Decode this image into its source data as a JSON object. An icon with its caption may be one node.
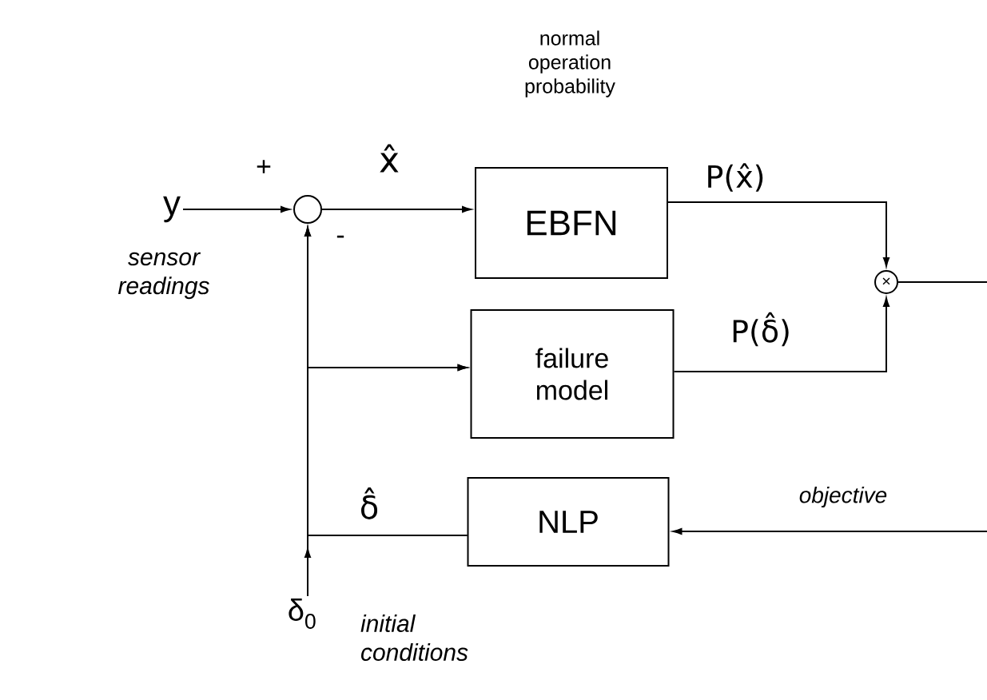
{
  "diagram": {
    "nodes": [
      {
        "text": [
          "y"
        ],
        "beside": [
          "sensor readings"
        ]
      },
      {
        "text": [],
        "shape": "circle"
      },
      {
        "text": [
          "EBFN"
        ]
      },
      {
        "text": [
          "failure model"
        ]
      },
      {
        "text": [
          "×"
        ]
      },
      {
        "text": [
          "NLP"
        ]
      },
      {
        "text": [
          "δ$_{0}$"
        ],
        "beside": [
          "initial conditions"
        ]
      }
    ],
    "edges": [
      {
        "from": 0,
        "to": 1,
        "arrow": "to"
      },
      {
        "from": 1,
        "to": 2,
        "arrow": "to",
        "label": "x̂"
      },
      {
        "from": 2,
        "to": 4,
        "arrow": "to",
        "label": "P(x̂)"
      },
      {
        "from": 3,
        "to": 4,
        "arrow": "to",
        "label": "P(δ̂)"
      },
      {
        "from": 4,
        "to": null,
        "arrow": "none"
      },
      {
        "from": null,
        "to": 5,
        "arrow": "to",
        "label": "objective"
      },
      {
        "from": 5,
        "to": 1,
        "arrow": "to",
        "label": "δ̂"
      },
      {
        "from": 5,
        "to": 3,
        "arrow": "to"
      },
      {
        "from": 6,
        "to": 1,
        "arrow": "to"
      },
      {
        "from": 6,
        "to": 3,
        "arrow": "to"
      }
    ],
    "labels": [
      "normal operation probability",
      "+",
      "-"
    ]
  }
}
